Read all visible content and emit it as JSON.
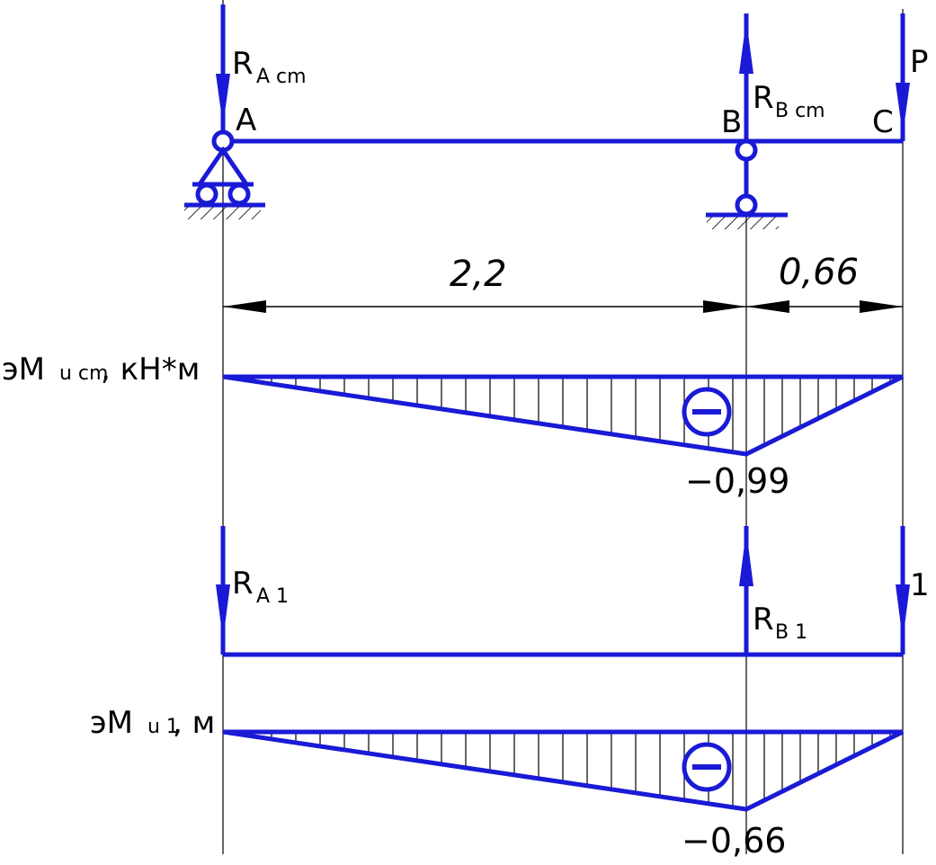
{
  "colors": {
    "structure": "#1a1ad6",
    "lines": "#000000",
    "background": "#ffffff"
  },
  "beam": {
    "point_a": "A",
    "point_b": "B",
    "point_c": "C",
    "load": "P",
    "reaction_a": {
      "main": "R",
      "sub": "A cm"
    },
    "reaction_b": {
      "main": "R",
      "sub": "B cm"
    }
  },
  "dimensions": {
    "span_ab": "2,2",
    "span_bc": "0,66"
  },
  "moment_static": {
    "label_prefix": "эM",
    "label_sub": "u cm",
    "label_suffix": ", кН*м",
    "sign": "−",
    "peak_value": "−0,99"
  },
  "unit_beam": {
    "reaction_a": {
      "main": "R",
      "sub": "A 1"
    },
    "reaction_b": {
      "main": "R",
      "sub": "B 1"
    },
    "load": "1"
  },
  "moment_unit": {
    "label_prefix": "эM",
    "label_sub": "u 1",
    "label_suffix": ", м",
    "sign": "−",
    "peak_value": "−0,66"
  }
}
